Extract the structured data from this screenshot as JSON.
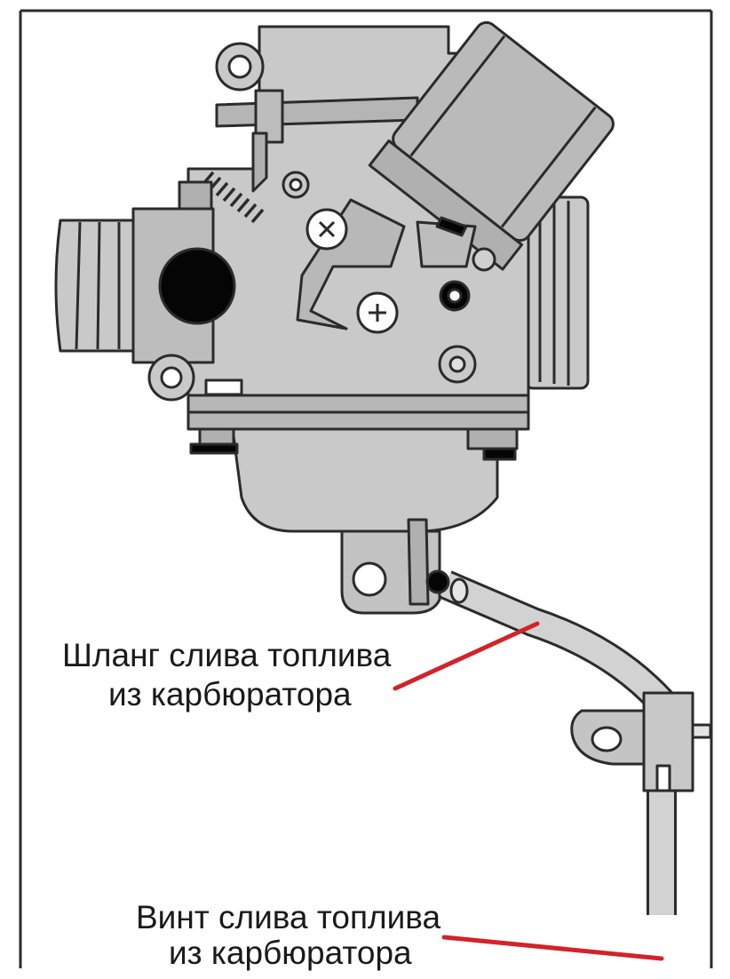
{
  "diagram": {
    "subject": "carburetor-line-drawing",
    "colors": {
      "body": "#c9c9c9",
      "body_dark": "#a8a8a8",
      "outline": "#2b2b2b",
      "port_black": "#050505",
      "leader_red": "#d2232a"
    },
    "callouts": [
      {
        "id": "hose",
        "lines": [
          "Шланг слива топлива",
          "из карбюратора"
        ]
      },
      {
        "id": "screw",
        "lines": [
          "Винт слива топлива",
          "из карбюратора"
        ]
      }
    ]
  }
}
